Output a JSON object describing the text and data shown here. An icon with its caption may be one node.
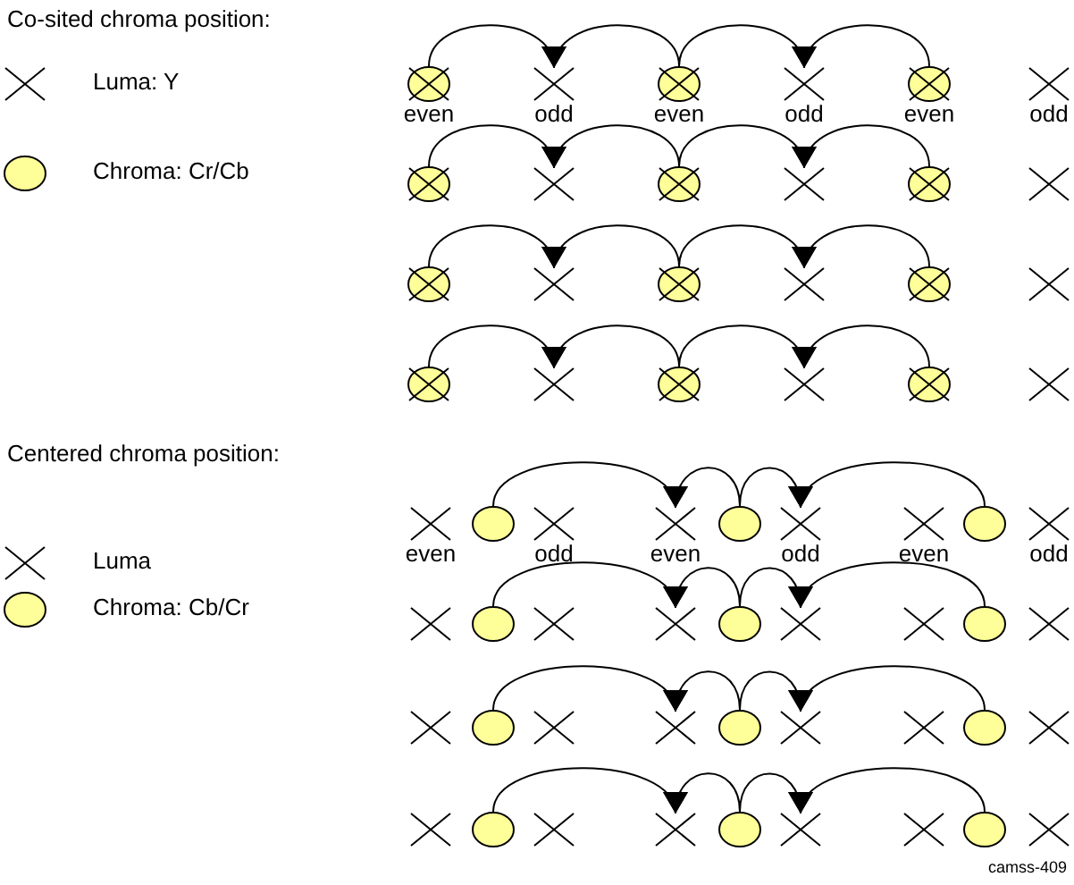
{
  "diagram": {
    "nodes": [
      {
        "text": [],
        "shape": "cross",
        "beside": [
          "even"
        ]
      },
      {
        "text": [],
        "shape": "circle"
      },
      {
        "text": [],
        "shape": "cross",
        "beside": [
          "odd"
        ]
      },
      {
        "text": [],
        "shape": "cross",
        "beside": [
          "even"
        ]
      },
      {
        "text": [],
        "shape": "circle"
      },
      {
        "text": [],
        "shape": "cross",
        "beside": [
          "odd"
        ]
      },
      {
        "text": [],
        "shape": "cross",
        "beside": [
          "even"
        ]
      },
      {
        "text": [],
        "shape": "circle"
      },
      {
        "text": [],
        "shape": "cross",
        "beside": [
          "odd"
        ]
      },
      {
        "text": [],
        "shape": "cross"
      },
      {
        "text": [],
        "shape": "circle"
      },
      {
        "text": [],
        "shape": "cross"
      },
      {
        "text": [],
        "shape": "cross"
      },
      {
        "text": [],
        "shape": "circle"
      },
      {
        "text": [],
        "shape": "cross"
      },
      {
        "text": [],
        "shape": "cross"
      },
      {
        "text": [],
        "shape": "circle"
      },
      {
        "text": [],
        "shape": "cross"
      },
      {
        "text": [],
        "shape": "cross"
      },
      {
        "text": [],
        "shape": "circle"
      },
      {
        "text": [],
        "shape": "cross"
      },
      {
        "text": [],
        "shape": "cross"
      },
      {
        "text": [],
        "shape": "circle"
      },
      {
        "text": [],
        "shape": "cross"
      },
      {
        "text": [],
        "shape": "cross"
      },
      {
        "text": [],
        "shape": "circle"
      },
      {
        "text": [],
        "shape": "cross"
      },
      {
        "text": [],
        "shape": "cross"
      },
      {
        "text": [],
        "shape": "circle"
      },
      {
        "text": [],
        "shape": "cross"
      },
      {
        "text": [],
        "shape": "cross"
      },
      {
        "text": [],
        "shape": "circle"
      },
      {
        "text": [],
        "shape": "cross"
      },
      {
        "text": [],
        "shape": "cross"
      },
      {
        "text": [],
        "shape": "circle"
      },
      {
        "text": [],
        "shape": "cross"
      },
      {
        "text": [],
        "shape": "cross",
        "beside": [
          "even"
        ]
      },
      {
        "text": [],
        "shape": "circle"
      },
      {
        "text": [],
        "shape": "cross",
        "beside": [
          "odd"
        ]
      },
      {
        "text": [],
        "shape": "cross",
        "beside": [
          "even"
        ]
      },
      {
        "text": [],
        "shape": "circle"
      },
      {
        "text": [],
        "shape": "cross",
        "beside": [
          "odd"
        ]
      },
      {
        "text": [],
        "shape": "cross",
        "beside": [
          "even"
        ]
      },
      {
        "text": [],
        "shape": "circle"
      },
      {
        "text": [],
        "shape": "cross",
        "beside": [
          "odd"
        ]
      },
      {
        "text": [],
        "shape": "cross"
      },
      {
        "text": [],
        "shape": "circle"
      },
      {
        "text": [],
        "shape": "cross"
      },
      {
        "text": [],
        "shape": "cross"
      },
      {
        "text": [],
        "shape": "circle"
      },
      {
        "text": [],
        "shape": "cross"
      },
      {
        "text": [],
        "shape": "cross"
      },
      {
        "text": [],
        "shape": "circle"
      },
      {
        "text": [],
        "shape": "cross"
      },
      {
        "text": [],
        "shape": "cross"
      },
      {
        "text": [],
        "shape": "circle"
      },
      {
        "text": [],
        "shape": "cross"
      },
      {
        "text": [],
        "shape": "cross"
      },
      {
        "text": [],
        "shape": "circle"
      },
      {
        "text": [],
        "shape": "cross"
      },
      {
        "text": [],
        "shape": "cross"
      },
      {
        "text": [],
        "shape": "circle"
      },
      {
        "text": [],
        "shape": "cross"
      },
      {
        "text": [],
        "shape": "cross"
      },
      {
        "text": [],
        "shape": "circle"
      },
      {
        "text": [],
        "shape": "cross"
      },
      {
        "text": [],
        "shape": "cross"
      },
      {
        "text": [],
        "shape": "circle"
      },
      {
        "text": [],
        "shape": "cross"
      },
      {
        "text": [],
        "shape": "cross"
      },
      {
        "text": [],
        "shape": "circle"
      },
      {
        "text": [],
        "shape": "cross"
      }
    ],
    "edges": [
      {
        "from": 1,
        "to": 2,
        "arrow": "to"
      },
      {
        "from": 4,
        "to": 2,
        "arrow": "to"
      },
      {
        "from": 4,
        "to": 5,
        "arrow": "to"
      },
      {
        "from": 7,
        "to": 5,
        "arrow": "to"
      },
      {
        "from": 10,
        "to": 11,
        "arrow": "to"
      },
      {
        "from": 13,
        "to": 11,
        "arrow": "to"
      },
      {
        "from": 13,
        "to": 14,
        "arrow": "to"
      },
      {
        "from": 16,
        "to": 14,
        "arrow": "to"
      },
      {
        "from": 19,
        "to": 20,
        "arrow": "to"
      },
      {
        "from": 22,
        "to": 20,
        "arrow": "to"
      },
      {
        "from": 22,
        "to": 23,
        "arrow": "to"
      },
      {
        "from": 25,
        "to": 23,
        "arrow": "to"
      },
      {
        "from": 28,
        "to": 29,
        "arrow": "to"
      },
      {
        "from": 31,
        "to": 29,
        "arrow": "to"
      },
      {
        "from": 31,
        "to": 32,
        "arrow": "to"
      },
      {
        "from": 34,
        "to": 32,
        "arrow": "to"
      },
      {
        "from": 37,
        "to": 39,
        "arrow": "to"
      },
      {
        "from": 40,
        "to": 39,
        "arrow": "to"
      },
      {
        "from": 40,
        "to": 41,
        "arrow": "to"
      },
      {
        "from": 43,
        "to": 41,
        "arrow": "to"
      },
      {
        "from": 46,
        "to": 48,
        "arrow": "to"
      },
      {
        "from": 49,
        "to": 48,
        "arrow": "to"
      },
      {
        "from": 49,
        "to": 50,
        "arrow": "to"
      },
      {
        "from": 52,
        "to": 50,
        "arrow": "to"
      },
      {
        "from": 55,
        "to": 57,
        "arrow": "to"
      },
      {
        "from": 58,
        "to": 57,
        "arrow": "to"
      },
      {
        "from": 58,
        "to": 59,
        "arrow": "to"
      },
      {
        "from": 61,
        "to": 59,
        "arrow": "to"
      },
      {
        "from": 64,
        "to": 66,
        "arrow": "to"
      },
      {
        "from": 67,
        "to": 66,
        "arrow": "to"
      },
      {
        "from": 67,
        "to": 68,
        "arrow": "to"
      },
      {
        "from": 70,
        "to": 68,
        "arrow": "to"
      }
    ],
    "labels": [
      "Co-sited chroma position:",
      "Centered chroma position:",
      "camss-409"
    ],
    "legend": [
      {
        "text": "Luma: Y"
      },
      {
        "text": "Chroma: Cr/Cb",
        "color": "#ffff99"
      },
      {
        "text": "Luma"
      },
      {
        "text": "Chroma: Cb/Cr",
        "color": "#ffff99"
      }
    ]
  }
}
